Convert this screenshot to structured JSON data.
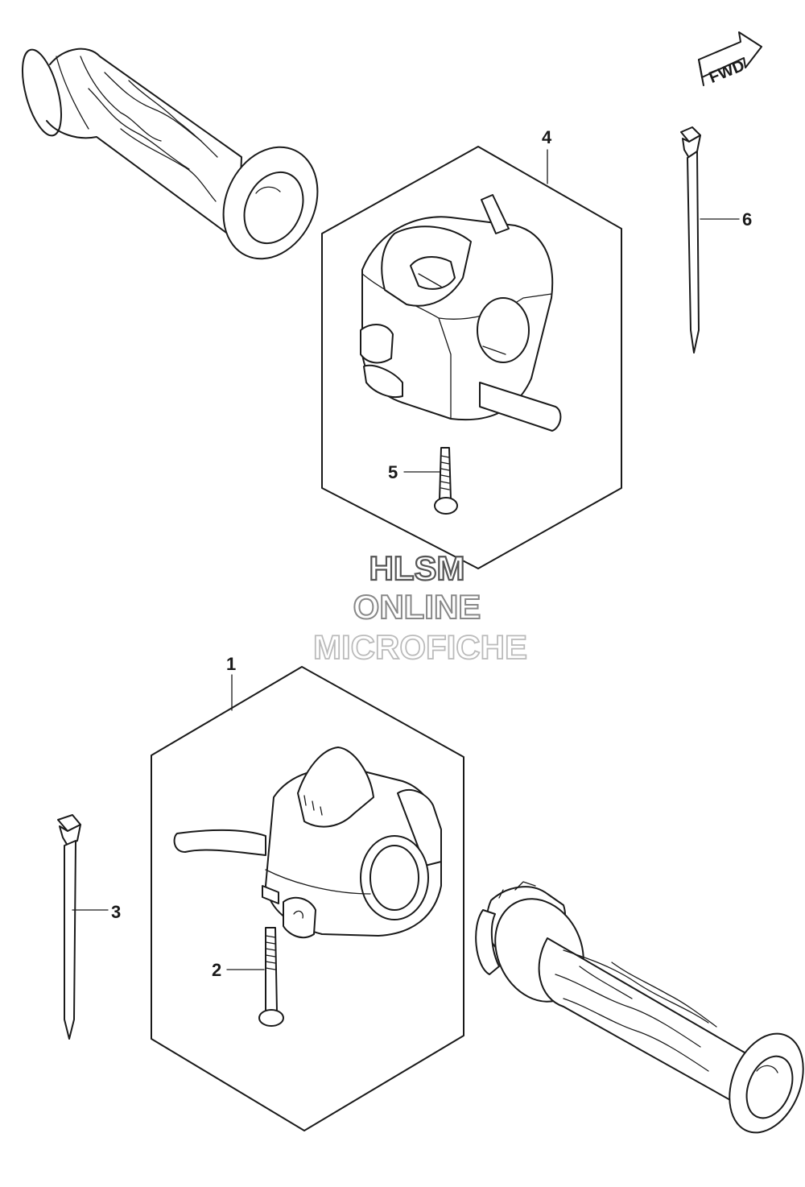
{
  "fwd_label": "FWD",
  "callouts": {
    "c1": "1",
    "c2": "2",
    "c3": "3",
    "c4": "4",
    "c5": "5",
    "c6": "6"
  },
  "watermark": {
    "line1": "HLSM",
    "line2": "ONLINE",
    "line3": "MICROFICHE"
  },
  "colors": {
    "line": "#1a1a1a",
    "background": "#ffffff",
    "watermark_stroke_1": "#555555",
    "watermark_stroke_2": "#888888",
    "watermark_stroke_3": "#bbbbbb"
  }
}
